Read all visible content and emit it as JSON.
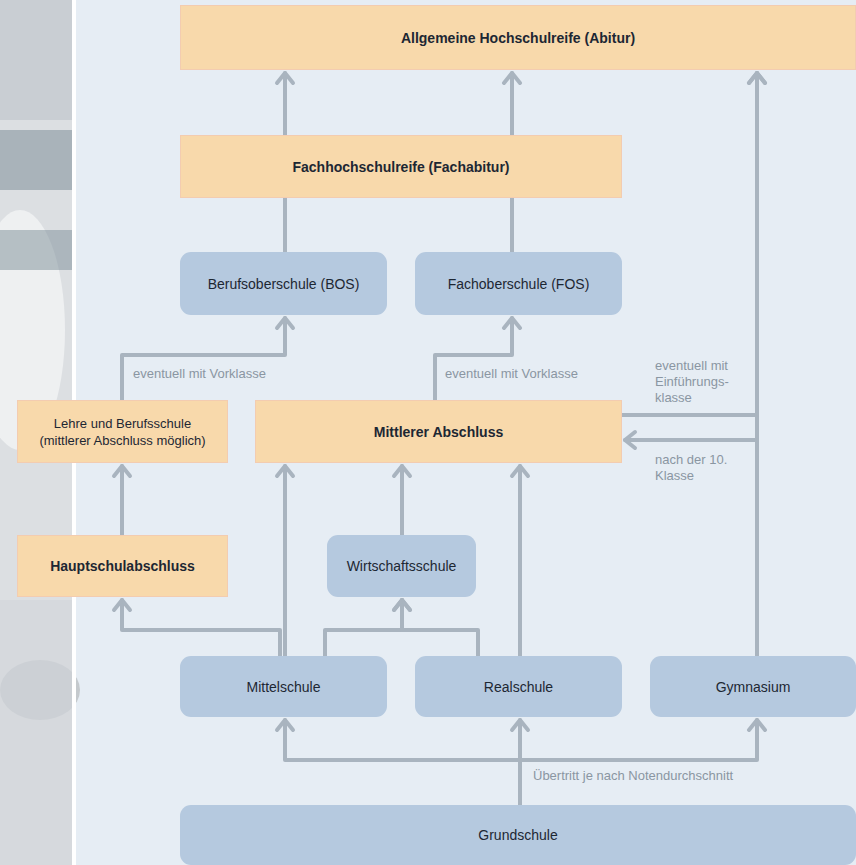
{
  "diagram": {
    "nodes": [
      {
        "text": [
          "Allgemeine Hochschulreife (Abitur)"
        ]
      },
      {
        "text": [
          "Fachhochschulreife (Fachabitur)"
        ]
      },
      {
        "text": [
          "Berufsoberschule (BOS)"
        ]
      },
      {
        "text": [
          "Fachoberschule (FOS)"
        ]
      },
      {
        "text": [
          "Lehre und Berufsschule (mittlerer Abschluss möglich)"
        ]
      },
      {
        "text": [
          "Mittlerer Abschluss"
        ]
      },
      {
        "text": [
          "Hauptschulabschluss"
        ]
      },
      {
        "text": [
          "Wirtschaftsschule"
        ]
      },
      {
        "text": [
          "Mittelschule"
        ]
      },
      {
        "text": [
          "Realschule"
        ]
      },
      {
        "text": [
          "Gymnasium"
        ]
      },
      {
        "text": [
          "Grundschule"
        ]
      }
    ],
    "edges": [
      {
        "from": 11,
        "to": 8,
        "arrow": "to"
      },
      {
        "from": 11,
        "to": 9,
        "arrow": "to"
      },
      {
        "from": 11,
        "to": 10,
        "arrow": "to"
      },
      {
        "from": 8,
        "to": 6,
        "arrow": "to"
      },
      {
        "from": 8,
        "to": 5,
        "arrow": "to"
      },
      {
        "from": 8,
        "to": 7,
        "arrow": "to"
      },
      {
        "from": 9,
        "to": 7,
        "arrow": "to"
      },
      {
        "from": 7,
        "to": 5,
        "arrow": "to"
      },
      {
        "from": 9,
        "to": 5,
        "arrow": "to"
      },
      {
        "from": 10,
        "to": 0,
        "arrow": "to"
      },
      {
        "from": 10,
        "to": 5,
        "label": "nach der 10. Klasse",
        "arrow": "to"
      },
      {
        "from": 5,
        "to": 0,
        "label": "eventuell mit Einführungs- klasse",
        "arrow": "to"
      },
      {
        "from": 6,
        "to": 4,
        "arrow": "to"
      },
      {
        "from": 4,
        "to": 2,
        "label": "eventuell mit Vorklasse",
        "arrow": "to"
      },
      {
        "from": 5,
        "to": 3,
        "label": "eventuell mit Vorklasse",
        "arrow": "to"
      },
      {
        "from": 2,
        "to": 1,
        "arrow": "none"
      },
      {
        "from": 3,
        "to": 1,
        "arrow": "none"
      },
      {
        "from": 1,
        "to": 0,
        "arrow": "to"
      },
      {
        "from": 1,
        "to": 0,
        "arrow": "to"
      }
    ],
    "labels": [
      "Übertritt je nach Notendurchschnitt"
    ]
  }
}
